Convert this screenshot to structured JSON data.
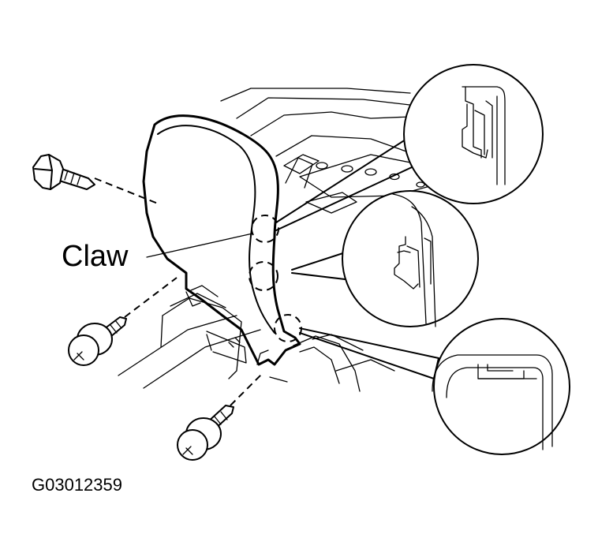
{
  "labels": {
    "claw": "Claw",
    "figure_id": "G03012359"
  },
  "parts": {
    "screws": 3,
    "claws": 3,
    "detail_views": 3
  },
  "colors": {
    "line": "#000000",
    "background": "#ffffff"
  }
}
